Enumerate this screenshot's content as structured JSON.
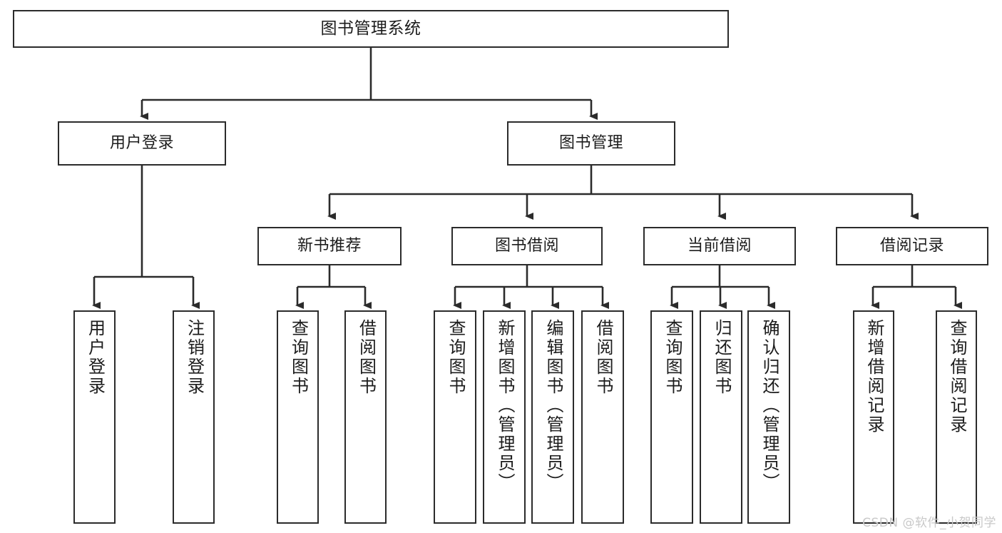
{
  "diagram": {
    "type": "tree",
    "title": "图书管理系统",
    "root": {
      "label": "图书管理系统"
    },
    "level1": [
      {
        "label": "用户登录"
      },
      {
        "label": "图书管理"
      }
    ],
    "level2": [
      {
        "label": "新书推荐"
      },
      {
        "label": "图书借阅"
      },
      {
        "label": "当前借阅"
      },
      {
        "label": "借阅记录"
      }
    ],
    "leaves": {
      "user_login": [
        {
          "label": "用户登录"
        },
        {
          "label": "注销登录"
        }
      ],
      "new_book_recommend": [
        {
          "label": "查询图书"
        },
        {
          "label": "借阅图书"
        }
      ],
      "book_borrow": [
        {
          "label": "查询图书"
        },
        {
          "label": "新增图书（管理员）"
        },
        {
          "label": "编辑图书（管理员）"
        },
        {
          "label": "借阅图书"
        }
      ],
      "current_borrow": [
        {
          "label": "查询图书"
        },
        {
          "label": "归还图书"
        },
        {
          "label": "确认归还（管理员）"
        }
      ],
      "borrow_record": [
        {
          "label": "新增借阅记录"
        },
        {
          "label": "查询借阅记录"
        }
      ]
    }
  },
  "watermark": {
    "text": "CSDN @软件_小贺同学"
  },
  "colors": {
    "stroke": "#2b2b2b",
    "box_fill": "#ffffff",
    "text": "#1c1c1c",
    "watermark": "#c9c9c9"
  }
}
